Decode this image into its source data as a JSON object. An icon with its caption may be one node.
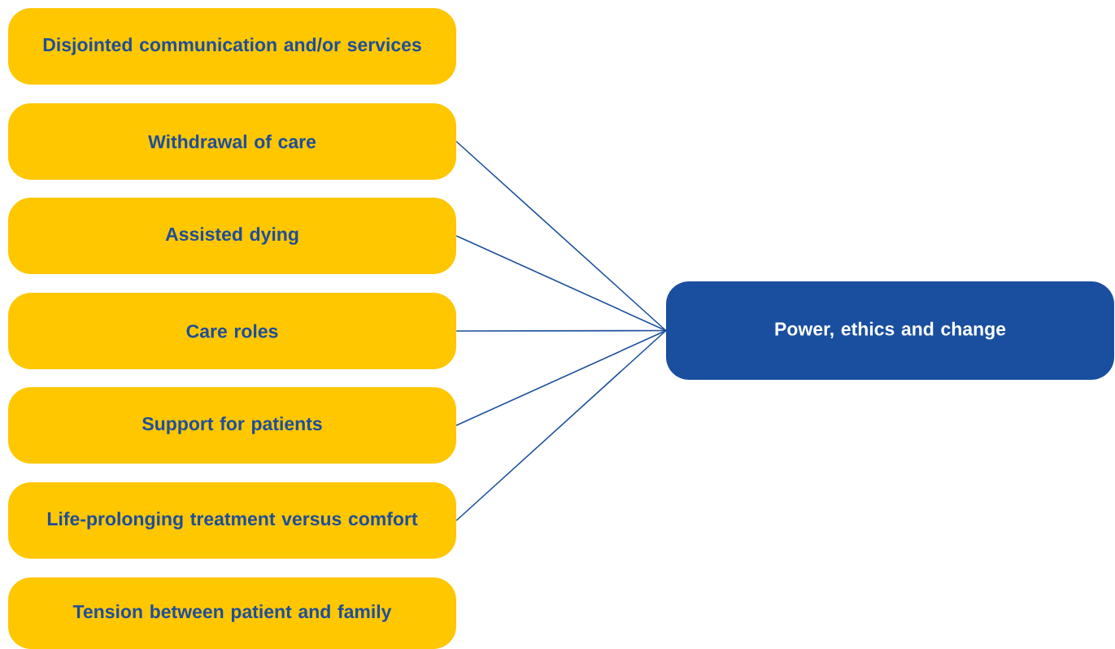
{
  "diagram": {
    "nodes": [
      {
        "text": [
          "Disjointed communication and/or services"
        ]
      },
      {
        "text": [
          "Withdrawal of care"
        ]
      },
      {
        "text": [
          "Assisted dying"
        ]
      },
      {
        "text": [
          "Care roles"
        ]
      },
      {
        "text": [
          "Support for patients"
        ]
      },
      {
        "text": [
          "Life-prolonging treatment versus comfort"
        ]
      },
      {
        "text": [
          "Tension between patient and family"
        ]
      },
      {
        "text": [
          "Power, ethics and change"
        ]
      }
    ],
    "edges": [
      {
        "from": 1,
        "to": 7,
        "arrow": "none"
      },
      {
        "from": 2,
        "to": 7,
        "arrow": "none"
      },
      {
        "from": 3,
        "to": 7,
        "arrow": "none"
      },
      {
        "from": 4,
        "to": 7,
        "arrow": "none"
      },
      {
        "from": 5,
        "to": 7,
        "arrow": "none"
      }
    ]
  }
}
